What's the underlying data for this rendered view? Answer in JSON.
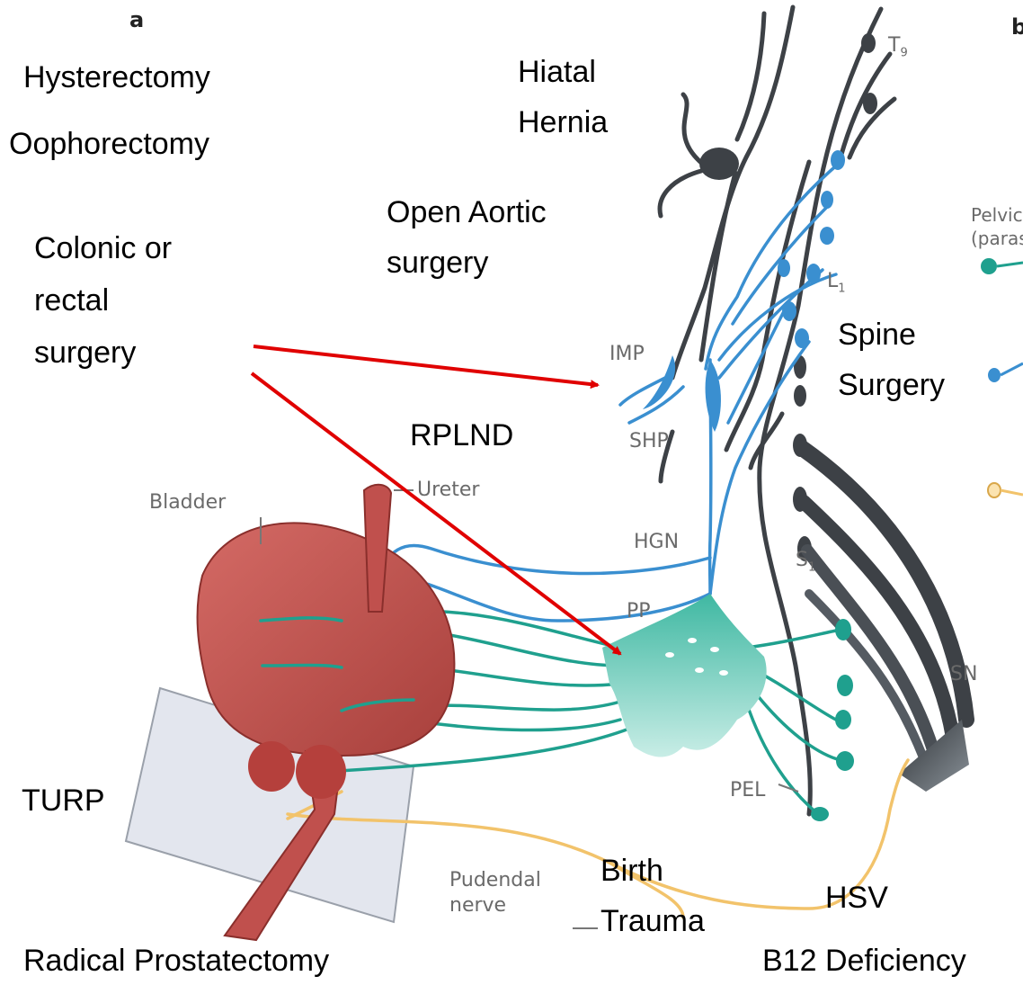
{
  "panel_labels": {
    "a": "a",
    "b": "b"
  },
  "surgeries": {
    "hysterectomy": "Hysterectomy",
    "oophorectomy": "Oophorectomy",
    "hiatal_1": "Hiatal",
    "hiatal_2": "Hernia",
    "open_aortic_1": "Open Aortic",
    "open_aortic_2": "surgery",
    "colonic_1": "Colonic or",
    "colonic_2": "rectal",
    "colonic_3": "surgery",
    "spine_1": "Spine",
    "spine_2": "Surgery",
    "rplnd": "RPLND",
    "turp": "TURP",
    "birth_1": "Birth",
    "birth_2": "Trauma",
    "hsv": "HSV",
    "radical": "Radical Prostatectomy",
    "b12": "B12 Deficiency"
  },
  "anatomy": {
    "t9": "T",
    "t9_sub": "9",
    "l1": "L",
    "l1_sub": "1",
    "s1": "S",
    "s1_sub": "1",
    "imp": "IMP",
    "shp": "SHP",
    "hgn": "HGN",
    "pp": "PP",
    "pel": "PEL",
    "sn": "SN",
    "bladder": "Bladder",
    "ureter": "Ureter",
    "pudendal_1": "Pudendal",
    "pudendal_2": "nerve",
    "pelvic_1": "Pelvic",
    "pelvic_2": "(paras"
  },
  "colors": {
    "sympathetic": "#3a8fd0",
    "parasympathetic": "#1fa08e",
    "somatic": "#f2c36b",
    "dark_nerve": "#3d4146",
    "bladder": "#c0504d",
    "arrow": "#e00000"
  }
}
